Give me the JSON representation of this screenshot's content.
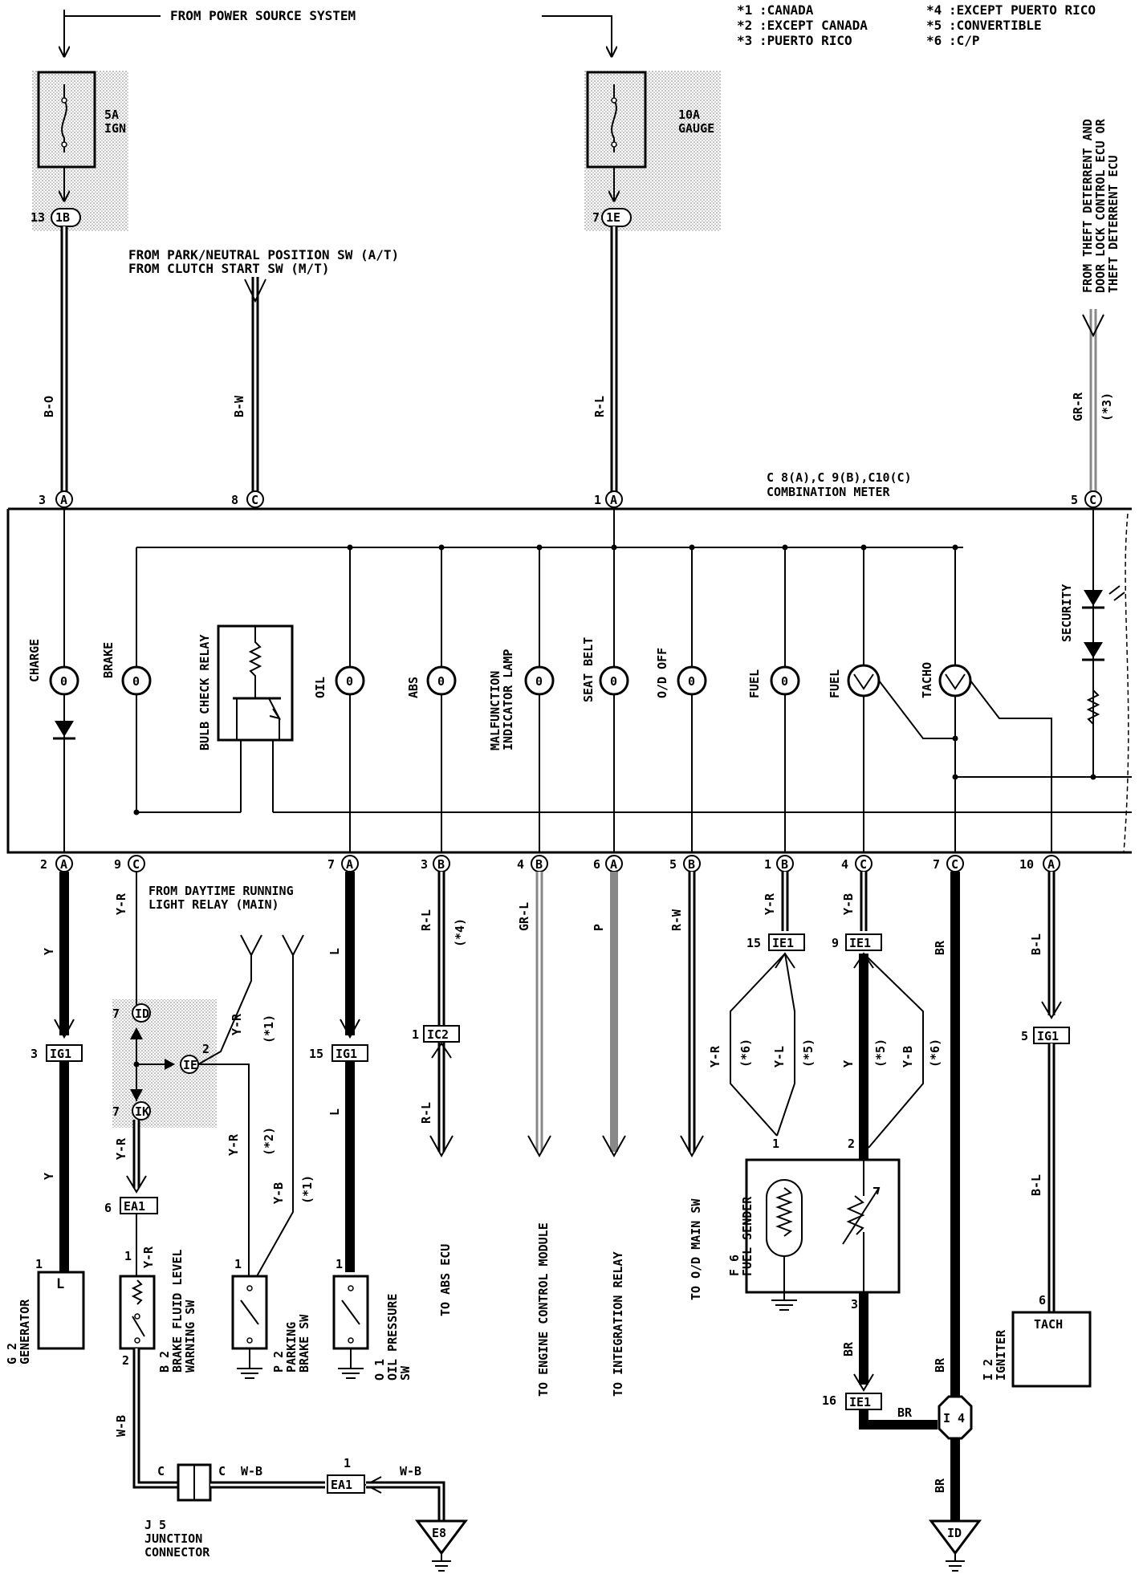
{
  "notes": [
    {
      "key": "*1",
      "text": ":CANADA"
    },
    {
      "key": "*2",
      "text": ":EXCEPT CANADA"
    },
    {
      "key": "*3",
      "text": ":PUERTO RICO"
    },
    {
      "key": "*4",
      "text": ":EXCEPT PUERTO RICO"
    },
    {
      "key": "*5",
      "text": ":CONVERTIBLE"
    },
    {
      "key": "*6",
      "text": ":C/P"
    }
  ],
  "top_labels": {
    "power_source": "FROM POWER SOURCE SYSTEM",
    "park_neutral_1": "FROM PARK/NEUTRAL POSITION SW (A/T)",
    "park_neutral_2": "FROM CLUTCH START SW (M/T)",
    "theft_1": "FROM THEFT DETERRENT AND",
    "theft_2": "DOOR LOCK CONTROL ECU OR",
    "theft_3": "THEFT DETERRENT ECU"
  },
  "fuses": [
    {
      "rating": "5A",
      "name": "IGN",
      "pin": "13",
      "connector": "1B"
    },
    {
      "rating": "10A",
      "name": "GAUGE",
      "pin": "7",
      "connector": "1E"
    }
  ],
  "meter": {
    "title_line1": "C 8(A),C 9(B),C10(C)",
    "title_line2": "COMBINATION METER",
    "lamps": [
      "CHARGE",
      "BRAKE",
      "BULB CHECK RELAY",
      "OIL",
      "ABS",
      "MALFUNCTION INDICATOR LAMP",
      "SEAT BELT",
      "O/D OFF",
      "FUEL",
      "FUEL",
      "TACHO",
      "SECURITY"
    ]
  },
  "top_pins": [
    {
      "pin": "3",
      "conn": "A",
      "wire": "B-O"
    },
    {
      "pin": "8",
      "conn": "C",
      "wire": "B-W"
    },
    {
      "pin": "1",
      "conn": "A",
      "wire": "R-L"
    },
    {
      "pin": "5",
      "conn": "C",
      "wire": "GR-R",
      "note": "(*3)"
    }
  ],
  "bottom_pins": [
    {
      "pin": "2",
      "conn": "A"
    },
    {
      "pin": "9",
      "conn": "C"
    },
    {
      "pin": "7",
      "conn": "A"
    },
    {
      "pin": "3",
      "conn": "B"
    },
    {
      "pin": "4",
      "conn": "B"
    },
    {
      "pin": "6",
      "conn": "A"
    },
    {
      "pin": "5",
      "conn": "B"
    },
    {
      "pin": "1",
      "conn": "B"
    },
    {
      "pin": "4",
      "conn": "C"
    },
    {
      "pin": "7",
      "conn": "C"
    },
    {
      "pin": "10",
      "conn": "A"
    }
  ],
  "wire_colors": {
    "y": "Y",
    "yr": "Y-R",
    "l": "L",
    "rl": "R-L",
    "grl": "GR-L",
    "p": "P",
    "rw": "R-W",
    "yb": "Y-B",
    "br": "BR",
    "bl": "B-L",
    "wb": "W-B",
    "yl": "Y-L"
  },
  "connectors": {
    "ig1": "IG1",
    "id": "ID",
    "ie": "IE",
    "ik": "IK",
    "ea1": "EA1",
    "ic2": "IC2",
    "ie1": "IE1",
    "i4": "I 4",
    "e8": "E8",
    "id_ground": "ID"
  },
  "notes_on_wires": {
    "n4": "(*4)",
    "n1": "(*1)",
    "n2": "(*2)",
    "n5": "(*5)",
    "n6": "(*6)"
  },
  "drl_label_1": "FROM DAYTIME RUNNING",
  "drl_label_2": "LIGHT RELAY (MAIN)",
  "destinations": [
    "TO ABS ECU",
    "TO ENGINE CONTROL MODULE",
    "TO INTEGRATION RELAY",
    "TO O/D MAIN SW"
  ],
  "components": {
    "g2_code": "G 2",
    "g2_name": "GENERATOR",
    "g2_term": "L",
    "b2_code": "B 2",
    "b2_name1": "BRAKE FLUID LEVEL",
    "b2_name2": "WARNING SW",
    "p2_code": "P 2",
    "p2_name1": "PARKING",
    "p2_name2": "BRAKE SW",
    "o1_code": "O 1",
    "o1_name1": "OIL PRESSURE",
    "o1_name2": "SW",
    "f6_code": "F 6",
    "f6_name": "FUEL SENDER",
    "i2_code": "I 2",
    "i2_name": "IGNITER",
    "i2_term": "TACH",
    "j5_code": "J 5",
    "j5_name1": "JUNCTION",
    "j5_name2": "CONNECTOR",
    "c": "C"
  },
  "small_pins": {
    "p1": "1",
    "p2": "2",
    "p3": "3",
    "p6": "6",
    "p7": "7",
    "p9": "9",
    "p15": "15",
    "p16": "16",
    "p5": "5"
  }
}
